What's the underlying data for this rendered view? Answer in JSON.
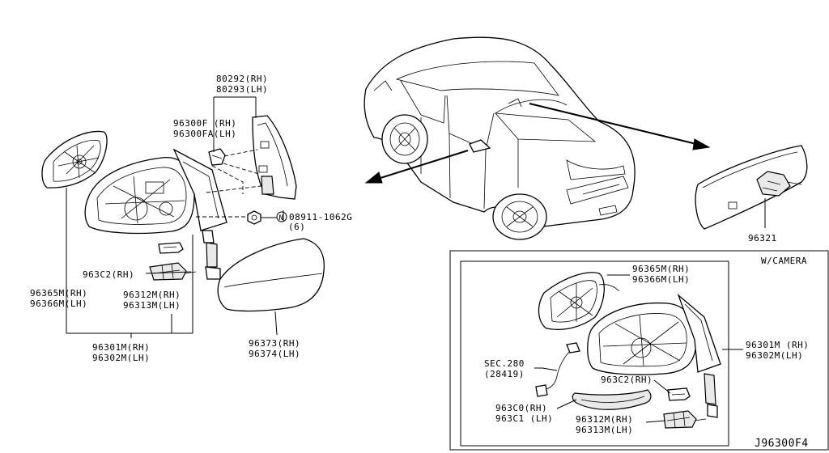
{
  "left_section": {
    "rh_lh": {
      "cover_bracket": {
        "rh": "80292(RH)",
        "lh": "80293(LH)"
      },
      "cover_clip": {
        "rh": "96300F  (RH)",
        "lh": "96300FA(LH)"
      },
      "screw": {
        "label": "08911-1062G",
        "qty": "(6)",
        "prefix": "N"
      },
      "side_lamp": "963C2(RH)",
      "glass": {
        "rh": "96365M(RH)",
        "lh": "96366M(LH)"
      },
      "harness": {
        "rh": "96312M(RH)",
        "lh": "96313M(LH)"
      },
      "mirror_assy": {
        "rh": "96301M(RH)",
        "lh": "96302M(LH)"
      },
      "cap": {
        "rh": "96373(RH)",
        "lh": "96374(LH)"
      }
    }
  },
  "inside_mirror": {
    "label": "96321"
  },
  "camera_section": {
    "title": "W/CAMERA",
    "glass": {
      "rh": "96365M(RH)",
      "lh": "96366M(LH)"
    },
    "mirror_assy": {
      "rh": "96301M (RH)",
      "lh": "96302M(LH)"
    },
    "sec": {
      "line1": "SEC.280",
      "line2": "(28419)"
    },
    "side_lamp": "963C2(RH)",
    "camera": {
      "rh": "963C0(RH)",
      "lh": "963C1 (LH)"
    },
    "harness": {
      "rh": "96312M(RH)",
      "lh": "96313M(LH)"
    }
  },
  "diagram_id": "J96300F4"
}
